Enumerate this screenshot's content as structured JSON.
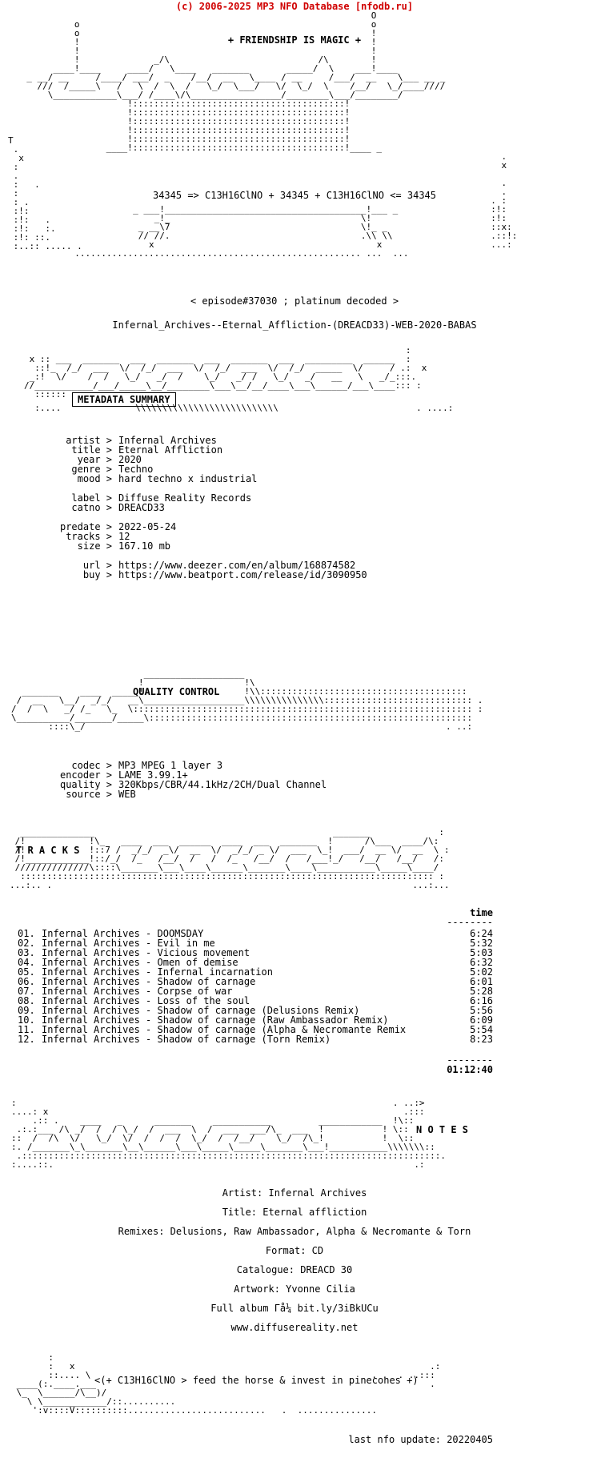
{
  "header": {
    "copyright": "(c) 2006-2025 MP3 NFO Database [nfodb.ru]",
    "tagline": "+ FRIENDSHIP IS MAGIC +",
    "formula": "34345 => C13H16ClNO + 34345 + C13H16ClNO <= 34345",
    "episode": "< episode#37030 ; platinum decoded >",
    "release": "Infernal_Archives--Eternal_Affliction-(DREACD33)-WEB-2020-BABAS"
  },
  "metadata": {
    "heading": "METADATA SUMMARY",
    "artist": "Infernal Archives",
    "title": "Eternal Affliction",
    "year": "2020",
    "genre": "Techno",
    "mood": "hard techno x industrial",
    "label": "Diffuse Reality Records",
    "catno": "DREACD33",
    "predate": "2022-05-24",
    "tracks": "12",
    "size": "167.10 mb",
    "url": "https://www.deezer.com/en/album/168874582",
    "buy": "https://www.beatport.com/release/id/3090950",
    "keys": {
      "artist": "artist >",
      "title": "title >",
      "year": "year >",
      "genre": "genre >",
      "mood": "mood >",
      "label": "label >",
      "catno": "catno >",
      "predate": "predate >",
      "tracks": "tracks >",
      "size": "size >",
      "url": "url >",
      "buy": "buy >"
    }
  },
  "quality": {
    "heading": "QUALITY CONTROL",
    "codec": "MP3 MPEG 1 layer 3",
    "encoder": "LAME 3.99.1+",
    "quality": "320Kbps/CBR/44.1kHz/2CH/Dual Channel",
    "source": "WEB",
    "keys": {
      "codec": "codec >",
      "encoder": "encoder >",
      "quality": "quality >",
      "source": "source >"
    }
  },
  "tracks": {
    "heading": "T R A C K S",
    "time_header": "time",
    "items": [
      {
        "no": "01.",
        "name": "Infernal Archives - DOOMSDAY",
        "time": "6:24"
      },
      {
        "no": "02.",
        "name": "Infernal Archives - Evil in me",
        "time": "5:32"
      },
      {
        "no": "03.",
        "name": "Infernal Archives - Vicious movement",
        "time": "5:03"
      },
      {
        "no": "04.",
        "name": "Infernal Archives - Omen of demise",
        "time": "6:32"
      },
      {
        "no": "05.",
        "name": "Infernal Archives - Infernal incarnation",
        "time": "5:02"
      },
      {
        "no": "06.",
        "name": "Infernal Archives - Shadow of carnage",
        "time": "6:01"
      },
      {
        "no": "07.",
        "name": "Infernal Archives - Corpse of war",
        "time": "5:28"
      },
      {
        "no": "08.",
        "name": "Infernal Archives - Loss of the soul",
        "time": "6:16"
      },
      {
        "no": "09.",
        "name": "Infernal Archives - Shadow of carnage (Delusions Remix)",
        "time": "5:56"
      },
      {
        "no": "10.",
        "name": "Infernal Archives - Shadow of carnage (Raw Ambassador Remix)",
        "time": "6:09"
      },
      {
        "no": "11.",
        "name": "Infernal Archives - Shadow of carnage (Alpha & Necromante Remix",
        "time": "5:54"
      },
      {
        "no": "12.",
        "name": "Infernal Archives - Shadow of carnage (Torn Remix)",
        "time": "8:23"
      }
    ],
    "total": "01:12:40"
  },
  "notes": {
    "heading": "N O T E S",
    "lines": [
      "Artist: Infernal Archives",
      "Title: Eternal affliction",
      "Remixes: Delusions, Raw Ambassador, Alpha & Necromante & Torn",
      "Format: CD",
      "Catalogue: DREACD 30",
      "Artwork: Yvonne Cilia",
      "Full album Γå¼ bit.ly/3iBkUCu",
      "www.diffusereality.net"
    ]
  },
  "footer": {
    "slogan": "<(+ C13H16ClNO > feed the horse & invest in pinecones +)",
    "last_update": "last nfo update: 20220405"
  }
}
